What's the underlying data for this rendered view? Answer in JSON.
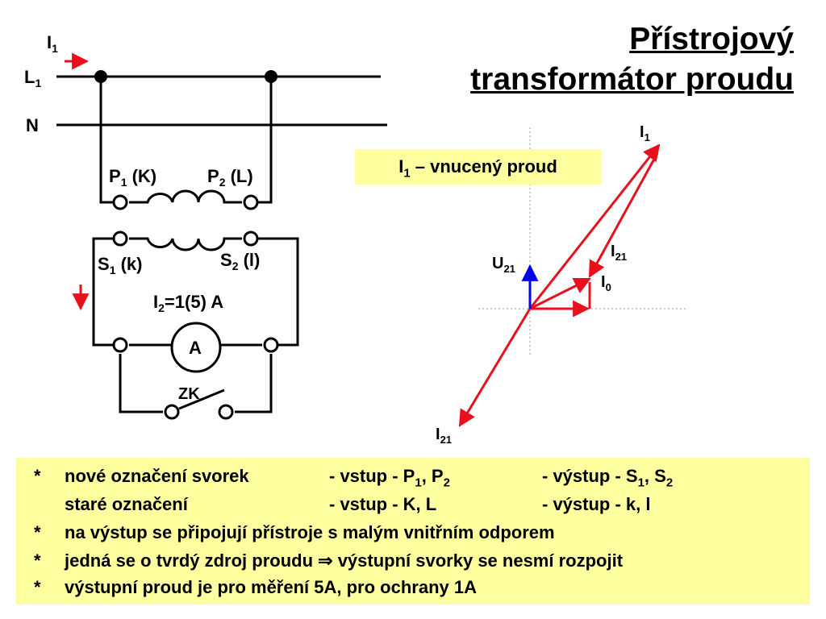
{
  "title": {
    "line1": "Přístrojový",
    "line2": "transformátor proudu"
  },
  "circuit": {
    "i1_label": "I",
    "i1_sub": "1",
    "l1_label": "L",
    "l1_sub": "1",
    "n_label": "N",
    "p1_label": "P",
    "p1_sub": "1",
    "p1_old": " (K)",
    "p2_label": "P",
    "p2_sub": "2",
    "p2_old": " (L)",
    "s1_label": "S",
    "s1_sub": "1",
    "s1_old": " (k)",
    "s2_label": "S",
    "s2_sub": "2",
    "s2_old": " (l)",
    "i2_label": "I",
    "i2_sub": "2",
    "i2_value": "=1(5) A",
    "ammeter_label": "A",
    "zk_label": "ZK"
  },
  "phasor": {
    "hint_label": "I",
    "hint_sub": "1",
    "hint_text": " – vnucený proud",
    "i1_label": "I",
    "i1_sub": "1",
    "i21_label": "I",
    "i21_sub": "21",
    "i0_label": "I",
    "i0_sub": "0",
    "u21_label": "U",
    "u21_sub": "21",
    "i21_bottom_label": "I",
    "i21_bottom_sub": "21"
  },
  "notes": [
    {
      "star": "*",
      "c1": "nové označení svorek",
      "c2": "- vstup - P",
      "c2s1": "1",
      "c2m": ", P",
      "c2s2": "2",
      "c3": "- výstup - S",
      "c3s1": "1",
      "c3m": ", S",
      "c3s2": "2"
    },
    {
      "star": "",
      "c1": "staré označení",
      "c2": "- vstup - K, L",
      "c3": "- výstup - k, l"
    },
    {
      "star": "*",
      "text": "na výstup se připojují přístroje s malým vnitřním odporem"
    },
    {
      "star": "*",
      "text": "jedná se o tvrdý zdroj proudu ⇒ výstupní svorky se nesmí rozpojit"
    },
    {
      "star": "*",
      "text": "výstupní proud je pro měření 5A, pro ochrany 1A"
    }
  ],
  "colors": {
    "arrow_red": "#e8101a",
    "voltage_blue": "#0000ee",
    "highlight": "#ffffa0"
  }
}
